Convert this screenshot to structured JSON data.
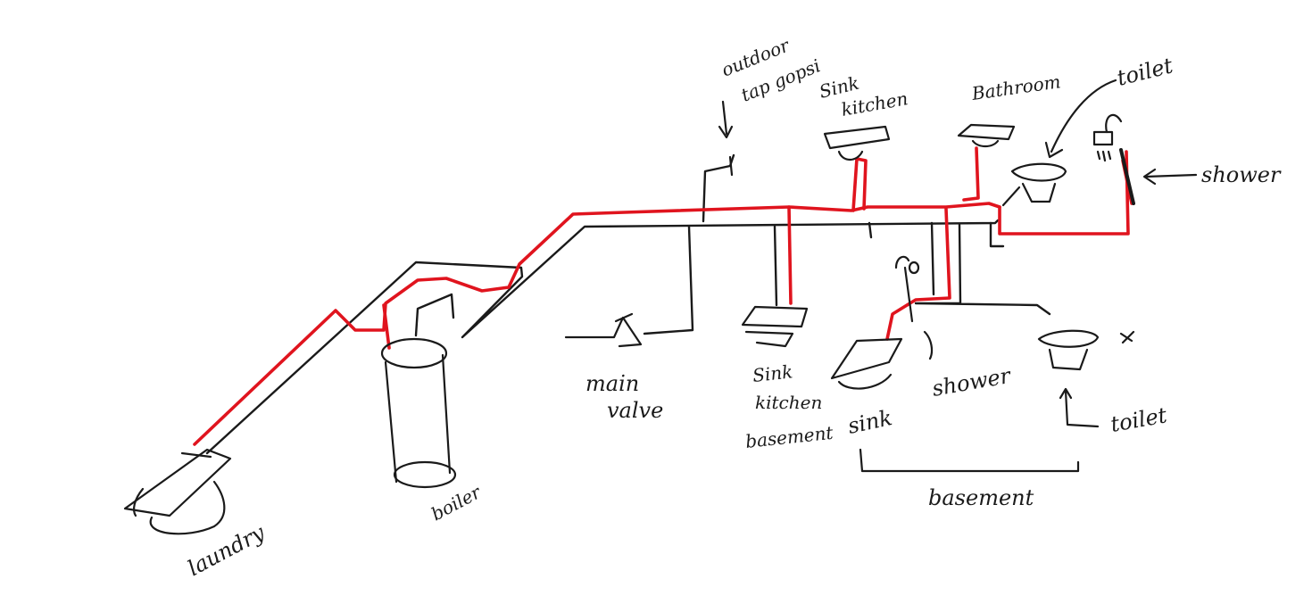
{
  "colors": {
    "hot_pipe": "#e0141e",
    "cold_pipe": "#1a1a1a",
    "background": "#ffffff"
  },
  "labels": {
    "outdoor_tap_line1": "outdoor",
    "outdoor_tap_line2": "tap gopsi",
    "sink_kitchen_line1": "Sink",
    "sink_kitchen_line2": "kitchen",
    "bathroom": "Bathroom",
    "toilet_upstairs": "toilet",
    "shower_upstairs": "shower",
    "main_valve_line1": "main",
    "main_valve_line2": "valve",
    "sink_basement_line1": "Sink",
    "sink_basement_line2": "kitchen",
    "sink_basement_line3": "basement",
    "basement_sink": "sink",
    "basement_shower": "shower",
    "basement_toilet": "toilet",
    "basement": "basement",
    "laundry": "laundry",
    "boiler": "boiler"
  }
}
